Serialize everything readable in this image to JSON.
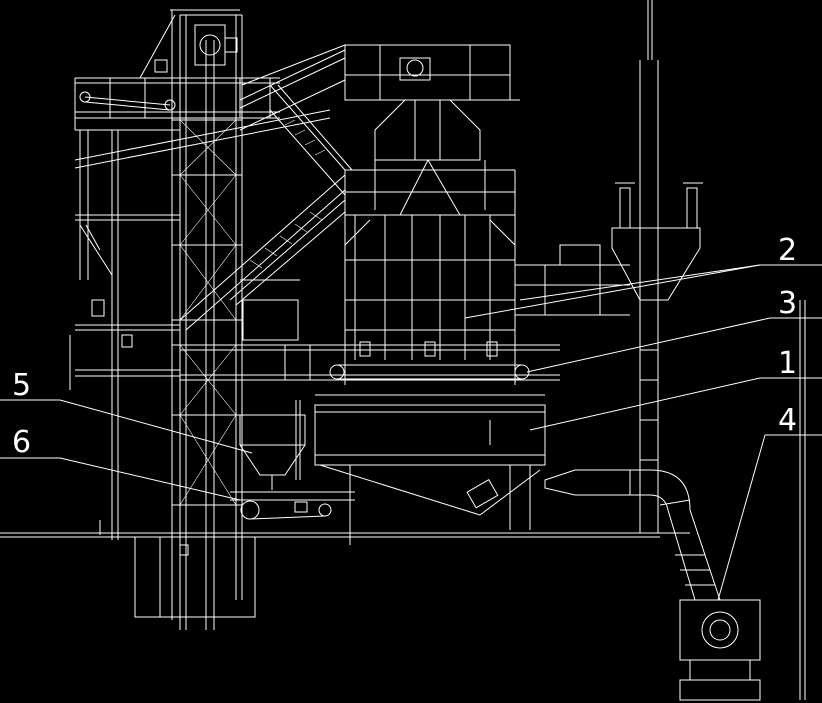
{
  "diagram": {
    "background": "#000000",
    "line_color": "#ffffff",
    "labels": [
      {
        "id": "label-1",
        "text": "1"
      },
      {
        "id": "label-2",
        "text": "2"
      },
      {
        "id": "label-3",
        "text": "3"
      },
      {
        "id": "label-4",
        "text": "4"
      },
      {
        "id": "label-5",
        "text": "5"
      },
      {
        "id": "label-6",
        "text": "6"
      }
    ]
  }
}
